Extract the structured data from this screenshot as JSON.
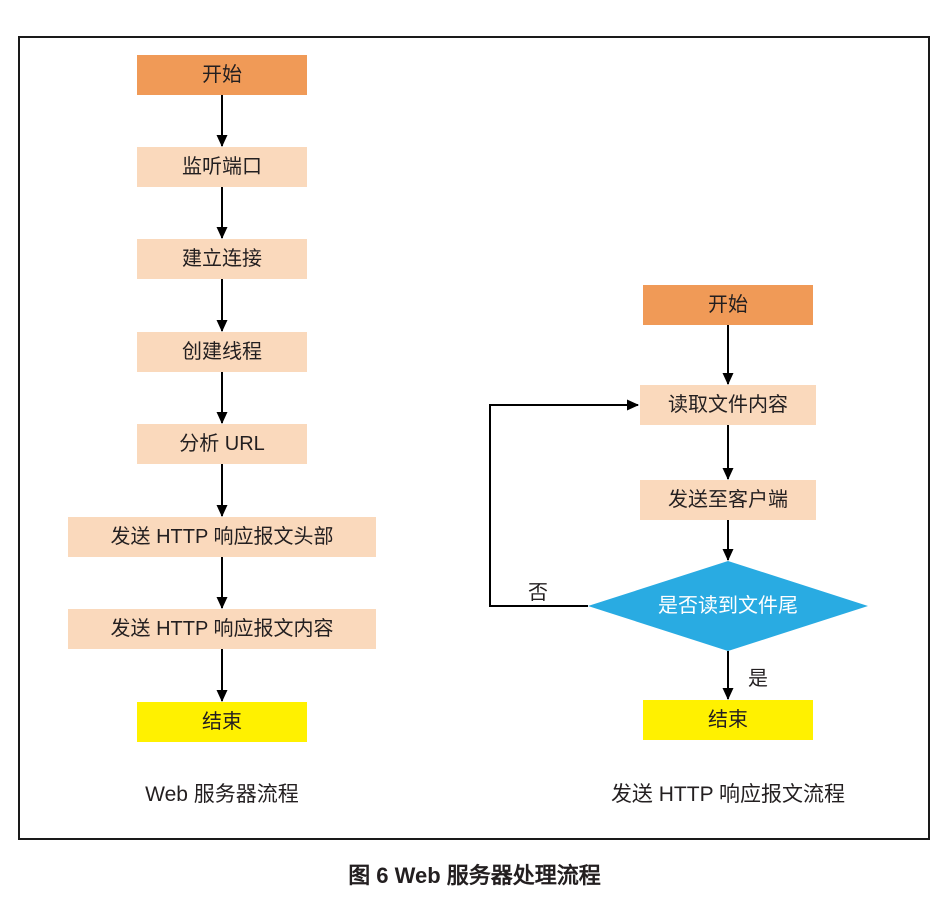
{
  "caption": "图 6  Web 服务器处理流程",
  "colors": {
    "start": "#F09A57",
    "process": "#FAD9BC",
    "terminal": "#FFF100",
    "decision": "#29ABE2",
    "line": "#000000"
  },
  "left_flow": {
    "title": "Web 服务器流程",
    "nodes": {
      "start": "开始",
      "listen": "监听端口",
      "connect": "建立连接",
      "thread": "创建线程",
      "parse_url": "分析 URL",
      "send_header": "发送 HTTP 响应报文头部",
      "send_body": "发送 HTTP 响应报文内容",
      "end": "结束"
    }
  },
  "right_flow": {
    "title": "发送 HTTP 响应报文流程",
    "nodes": {
      "start": "开始",
      "read_file": "读取文件内容",
      "send_client": "发送至客户端",
      "decision": "是否读到文件尾",
      "end": "结束"
    },
    "branch_labels": {
      "yes": "是",
      "no": "否"
    }
  }
}
